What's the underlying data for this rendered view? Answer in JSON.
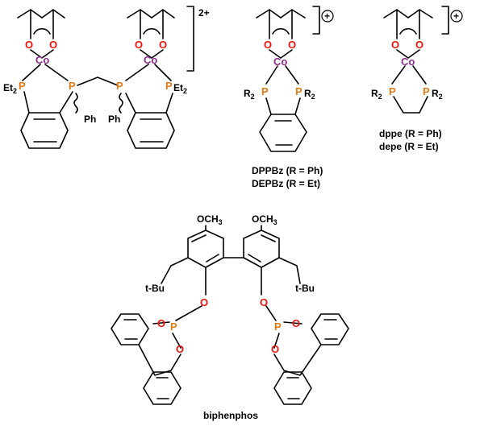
{
  "colors": {
    "cobalt": "#8b2d8b",
    "oxygen": "#e8160c",
    "phosphorus": "#e07b16",
    "bond": "#000000"
  },
  "atoms": {
    "cobalt": "Co",
    "oxygen": "O",
    "phosphorus": "P"
  },
  "labels": {
    "Et2": "Et",
    "two": "2",
    "Ph": "Ph",
    "R": "R",
    "charge_2plus": "2+",
    "plus": "+",
    "OCH": "OCH",
    "three": "3",
    "tBu": "t-Bu"
  },
  "captions": {
    "dppbz": "DPPBz (R = Ph)",
    "depbz": "DEPBz (R = Et)",
    "dppe": "dppe (R = Ph)",
    "depe": "depe (R = Et)",
    "biphenphos": "biphenphos"
  }
}
